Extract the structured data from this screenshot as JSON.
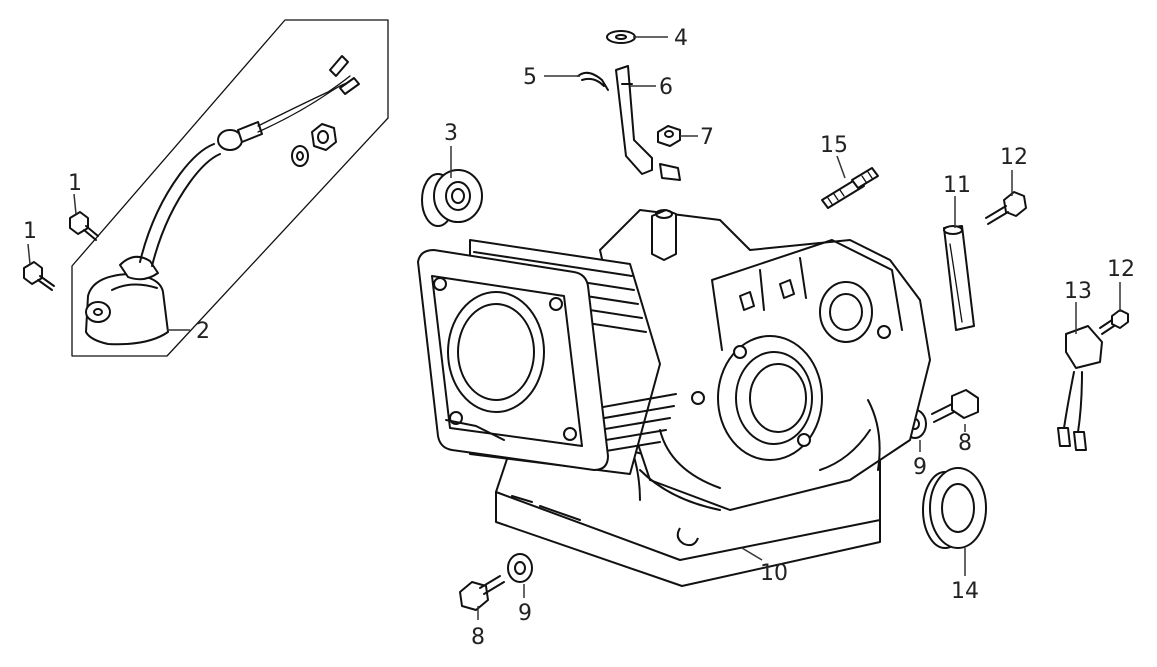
{
  "callouts": {
    "c1a": "1",
    "c1b": "1",
    "c2": "2",
    "c3": "3",
    "c4": "4",
    "c5": "5",
    "c6": "6",
    "c7": "7",
    "c8a": "8",
    "c8b": "8",
    "c9a": "9",
    "c9b": "9",
    "c10": "10",
    "c11": "11",
    "c12a": "12",
    "c12b": "12",
    "c13": "13",
    "c14": "14",
    "c15": "15"
  },
  "colors": {
    "ink": "#111111",
    "paper": "#ffffff"
  }
}
